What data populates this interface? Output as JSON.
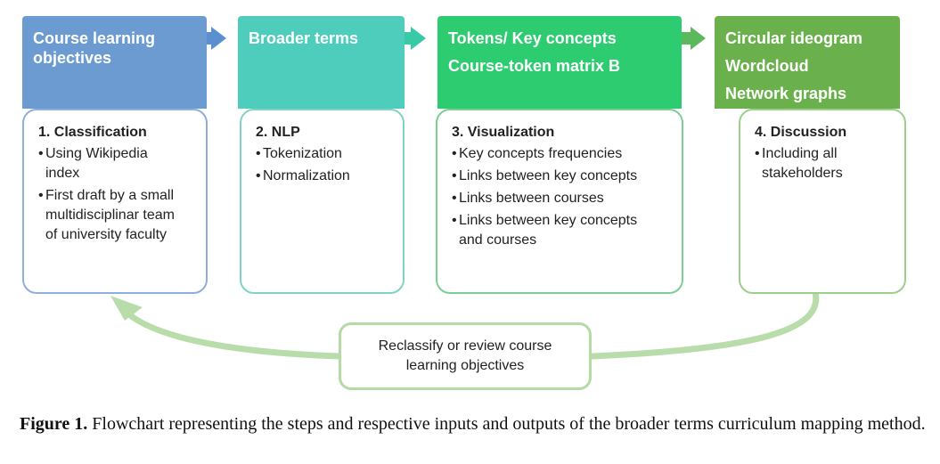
{
  "headers": [
    {
      "lines": [
        "Course learning",
        "objectives"
      ],
      "color": "#6b9bd1"
    },
    {
      "lines": [
        "Broader terms"
      ],
      "color": "#4ecdbc"
    },
    {
      "lines": [
        "Tokens/ Key concepts",
        "Course-token matrix B"
      ],
      "color": "#2ecc71"
    },
    {
      "lines": [
        "Circular ideogram",
        "Wordcloud",
        "Network graphs"
      ],
      "color": "#6ab04c"
    }
  ],
  "arrows_color": "#5b8fd0",
  "steps": [
    {
      "title": "1. Classification",
      "items": [
        [
          "Using Wikipedia",
          "index"
        ],
        [
          "First draft by a small",
          "multidisciplinar team",
          "of university faculty"
        ]
      ]
    },
    {
      "title": "2. NLP",
      "items": [
        [
          "Tokenization"
        ],
        [
          "Normalization"
        ]
      ]
    },
    {
      "title": "3. Visualization",
      "items": [
        [
          "Key concepts frequencies"
        ],
        [
          "Links between key concepts"
        ],
        [
          "Links between courses"
        ],
        [
          "Links between key concepts",
          "and courses"
        ]
      ]
    },
    {
      "title": "4. Discussion",
      "items": [
        [
          "Including all",
          "stakeholders"
        ]
      ]
    }
  ],
  "bullet_char": "•",
  "review": {
    "lines": [
      "Reclassify or review course",
      "learning objectives"
    ]
  },
  "caption": {
    "label": "Figure 1.",
    "text": " Flowchart representing the steps and respective inputs and outputs of the broader terms curriculum mapping method."
  }
}
